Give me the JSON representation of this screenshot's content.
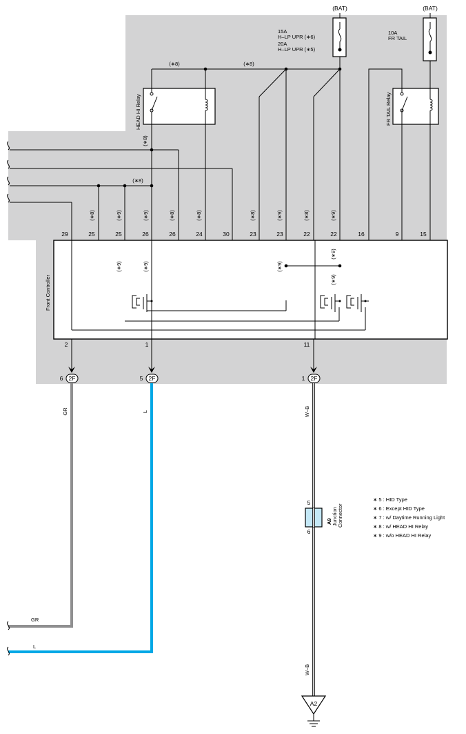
{
  "battery": {
    "left_label": "(BAT)",
    "right_label": "(BAT)"
  },
  "fuses": {
    "main": {
      "line1": "15A",
      "line2": "H–LP UPR (∗6)",
      "line3": "20A",
      "line4": "H–LP UPR (∗5)"
    },
    "tail": {
      "line1": "10A",
      "line2": "FR TAIL"
    }
  },
  "relays": {
    "head_hi": "HEAD HI Relay",
    "fr_tail": "FR TAIL Relay"
  },
  "controller": {
    "name": "Front Controller"
  },
  "conditions": {
    "c8": "(∗8)",
    "c9": "(∗9)"
  },
  "top_pins": [
    "29",
    "25",
    "25",
    "26",
    "26",
    "24",
    "30",
    "23",
    "23",
    "22",
    "22",
    "16",
    "9",
    "15"
  ],
  "bottom_pins": {
    "p2": "2",
    "p1": "1",
    "p11": "11"
  },
  "connectors": {
    "left": {
      "pin": "6",
      "code": "2F"
    },
    "middle": {
      "pin": "5",
      "code": "2F"
    },
    "right": {
      "pin": "1",
      "code": "2F"
    }
  },
  "wires": {
    "gray": "GR",
    "blue": "L",
    "black": "W–B"
  },
  "junction": {
    "code": "A9",
    "line1": "Junction",
    "line2": "Connector",
    "pin_top": "5",
    "pin_bottom": "6"
  },
  "ground": {
    "code": "A2"
  },
  "legend": [
    "∗ 5 : HID Type",
    "∗ 6 : Except HID Type",
    "∗ 7 : w/ Daytime Running Light",
    "∗ 8 : w/ HEAD HI Relay",
    "∗ 9 : w/o HEAD HI Relay"
  ],
  "colors": {
    "shade": "#d3d3d4",
    "gray_wire": "#8f8f90",
    "blue_wire": "#00a8e6",
    "line": "#000000"
  }
}
